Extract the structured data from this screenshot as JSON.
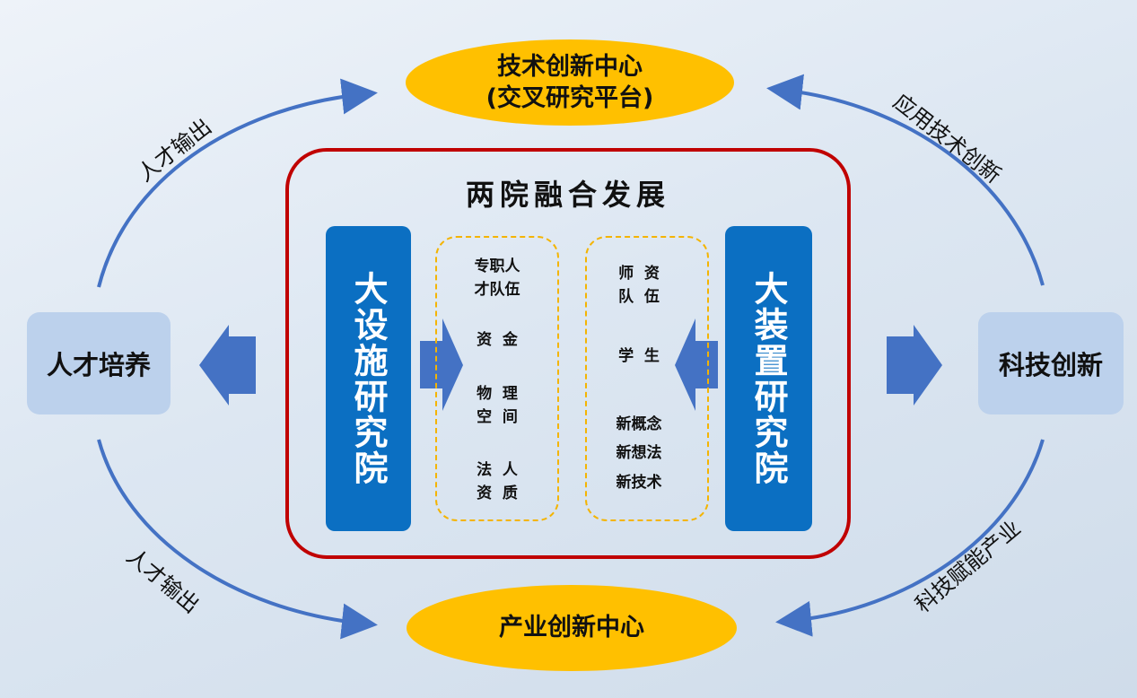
{
  "top_center": {
    "line1": "技术创新中心",
    "line2": "(交叉研究平台)"
  },
  "bottom_center": {
    "label": "产业创新中心"
  },
  "main": {
    "title": "两院融合发展",
    "left_institute": "大设施研究院",
    "right_institute": "大装置研究院",
    "left_items": [
      "专职人\n才队伍",
      "资  金",
      "物  理\n空  间",
      "法  人\n资  质"
    ],
    "right_items": [
      "师  资\n队  伍",
      "学  生",
      "新概念\n新想法\n新技术"
    ]
  },
  "left_node": "人才培养",
  "right_node": "科技创新",
  "arrow_labels": {
    "top_left": "人才输出",
    "top_right": "应用技术创新",
    "bottom_left": "人才输出",
    "bottom_right": "科技赋能产业"
  },
  "colors": {
    "ellipse": "#ffc000",
    "red_border": "#c00000",
    "institute": "#0b6fc2",
    "arrow": "#4472c4",
    "side_node": "#bcd1ec"
  }
}
